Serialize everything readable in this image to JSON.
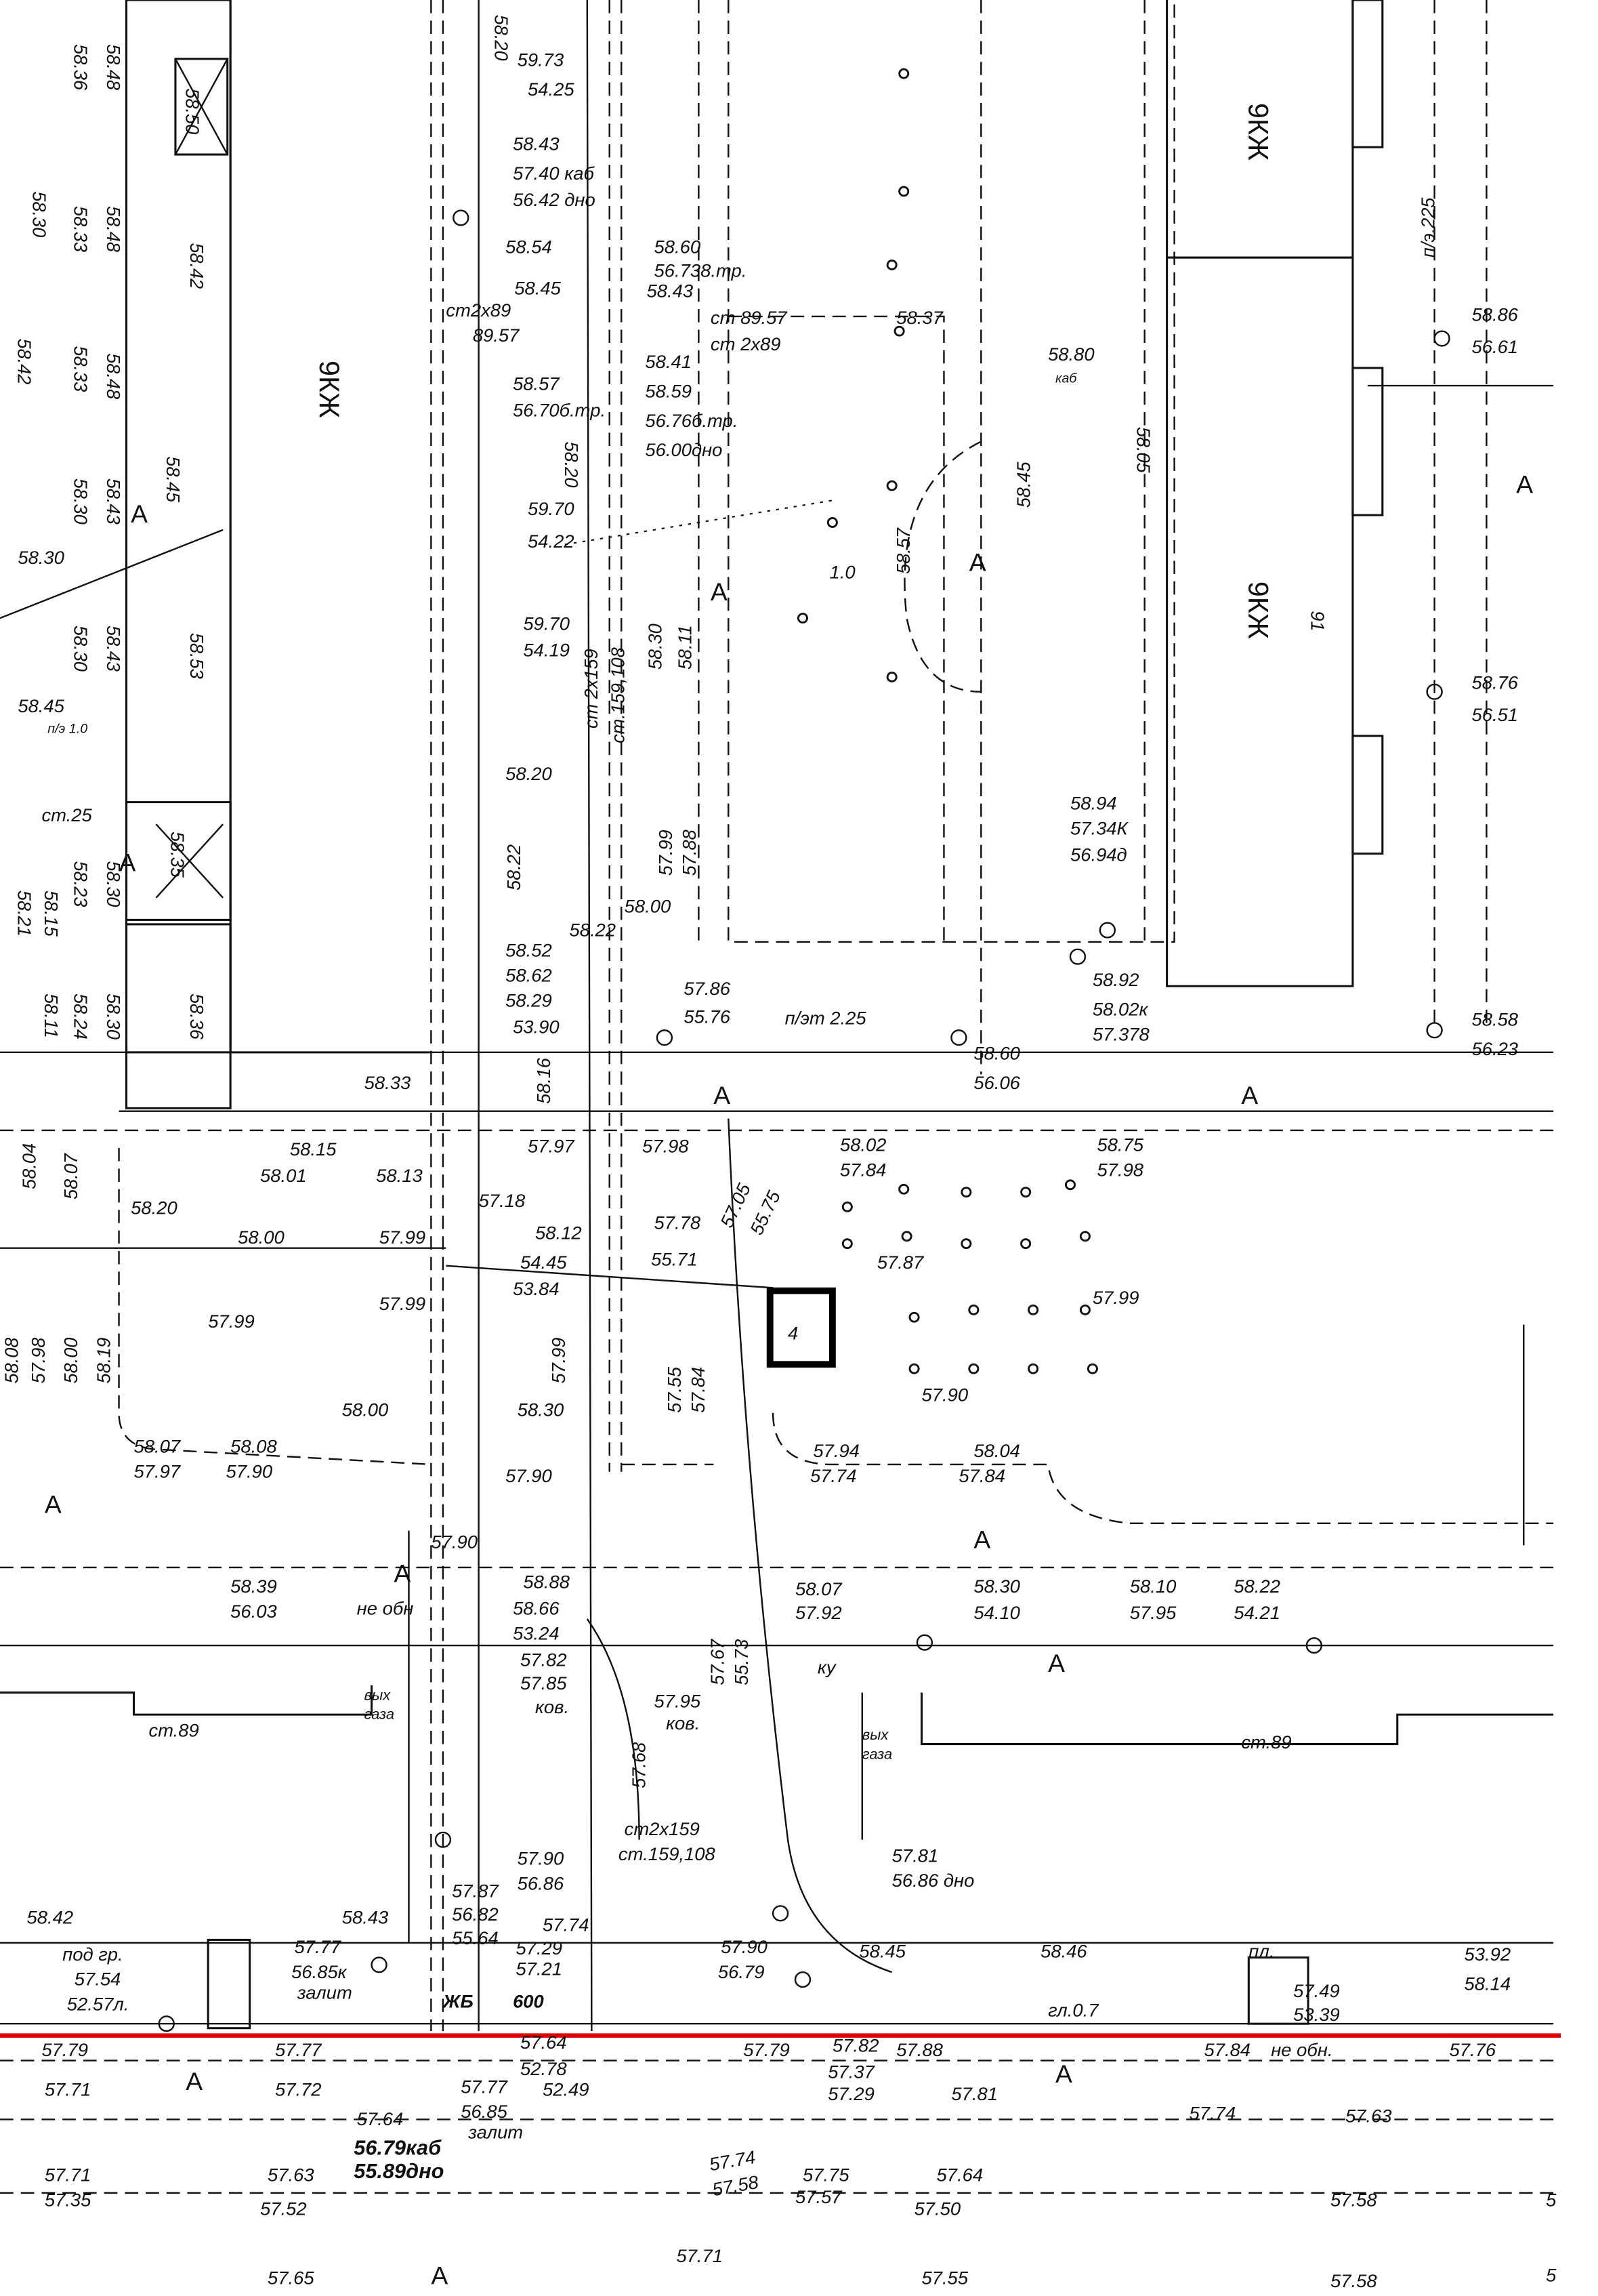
{
  "zone_label": "А",
  "building_label": "9КЖ",
  "building_number": "91",
  "tree_height": "1.0",
  "red_line_color": "#e00000",
  "highlight_box_label": "4",
  "top_left": [
    "58.36",
    "58.48",
    "58.50",
    "58.30",
    "58.33",
    "58.48",
    "58.42",
    "58.42",
    "58.33",
    "58.48",
    "58.45",
    "58.30",
    "58.43",
    "58.30",
    "58.30",
    "58.43",
    "58.53",
    "58.45",
    "п/э 1.0",
    "ст.25",
    "58.21",
    "58.15",
    "58.23",
    "58.30",
    "58.35",
    "58.11",
    "58.24",
    "58.30",
    "58.36"
  ],
  "top_center": [
    "58.20",
    "59.73",
    "54.25",
    "58.43",
    "57.40 каб",
    "56.42 дно",
    "58.54",
    "58.45",
    "58.43",
    "58.60",
    "56.738.тр.",
    "ст 89.57",
    "ст 2х89",
    "58.37",
    "ст2х89",
    "89.57",
    "58.57",
    "56.70б.тр.",
    "58.41",
    "58.59",
    "56.76б.тр.",
    "56.00дно",
    "58.80",
    "каб",
    "58.45",
    "58.05",
    "58.57",
    "58.20",
    "59.70",
    "54.22",
    "59.70",
    "54.19",
    "ст 2х159",
    "ст.159,108",
    "58.30",
    "58.11",
    "58.20",
    "58.22",
    "57.99",
    "57.88",
    "58.00",
    "58.22",
    "58.52",
    "58.62",
    "58.29",
    "53.90",
    "58.16",
    "58.33",
    "57.86",
    "55.76",
    "п/эт 2.25",
    "58.60",
    "56.06"
  ],
  "top_right": [
    "58.94",
    "57.34К",
    "56.94д",
    "58.92",
    "58.02к",
    "57.378",
    "58.86",
    "56.61",
    "п/э.225",
    "58.76",
    "56.51",
    "58.58",
    "56.23"
  ],
  "middle": [
    "58.15",
    "58.01",
    "58.13",
    "57.97",
    "57.98",
    "58.20",
    "58.00",
    "57.99",
    "57.18",
    "58.12",
    "54.45",
    "53.84",
    "57.78",
    "55.71",
    "57.05",
    "55.75",
    "58.02",
    "57.84",
    "58.75",
    "57.98",
    "57.87",
    "57.99",
    "57.90",
    "57.99",
    "57.99",
    "57.99",
    "58.00",
    "58.30",
    "57.55",
    "57.84",
    "58.07",
    "57.97",
    "58.08",
    "57.90",
    "57.90",
    "57.94",
    "57.74",
    "58.04",
    "57.84",
    "58.04",
    "58.08",
    "57.98",
    "58.00",
    "58.19",
    "58.07"
  ],
  "lower": [
    "57.90",
    "58.39",
    "56.03",
    "не обн",
    "58.88",
    "58.66",
    "53.24",
    "57.82",
    "57.85",
    "ков.",
    "57.95",
    "ков.",
    "57.68",
    "57.67",
    "55.73",
    "58.07",
    "57.92",
    "58.30",
    "54.10",
    "58.10",
    "57.95",
    "58.22",
    "54.21",
    "ку",
    "ст.89",
    "ст.89",
    "вых",
    "газа",
    "вых",
    "газа",
    "57.90",
    "56.86",
    "57.87",
    "56.82",
    "55.64",
    "57.74",
    "57.29",
    "57.21",
    "ст2х159",
    "ст.159,108",
    "57.81",
    "56.86 дно",
    "58.42",
    "58.43",
    "57.77",
    "56.85к",
    "залит",
    "под гр.",
    "57.54",
    "52.57л.",
    "ЖБ",
    "600",
    "57.90",
    "56.79",
    "58.45",
    "58.46",
    "пл.",
    "57.49",
    "53.39",
    "53.92",
    "58.14"
  ],
  "street": [
    "57.79",
    "57.77",
    "57.64",
    "52.78",
    "57.79",
    "57.82",
    "57.88",
    "57.84",
    "не обн.",
    "57.76",
    "57.37",
    "57.29",
    "57.71",
    "57.72",
    "57.64",
    "57.77",
    "56.85",
    "залит",
    "52.49",
    "57.81",
    "57.74",
    "57.63",
    "56.79каб",
    "55.89дно",
    "57.74",
    "57.58",
    "57.71",
    "57.35",
    "57.63",
    "57.52",
    "57.75",
    "57.57",
    "57.64",
    "57.50",
    "57.58",
    "57.65",
    "57.71",
    "57.55",
    "57.58",
    "5",
    "5",
    "гл.0.7"
  ]
}
